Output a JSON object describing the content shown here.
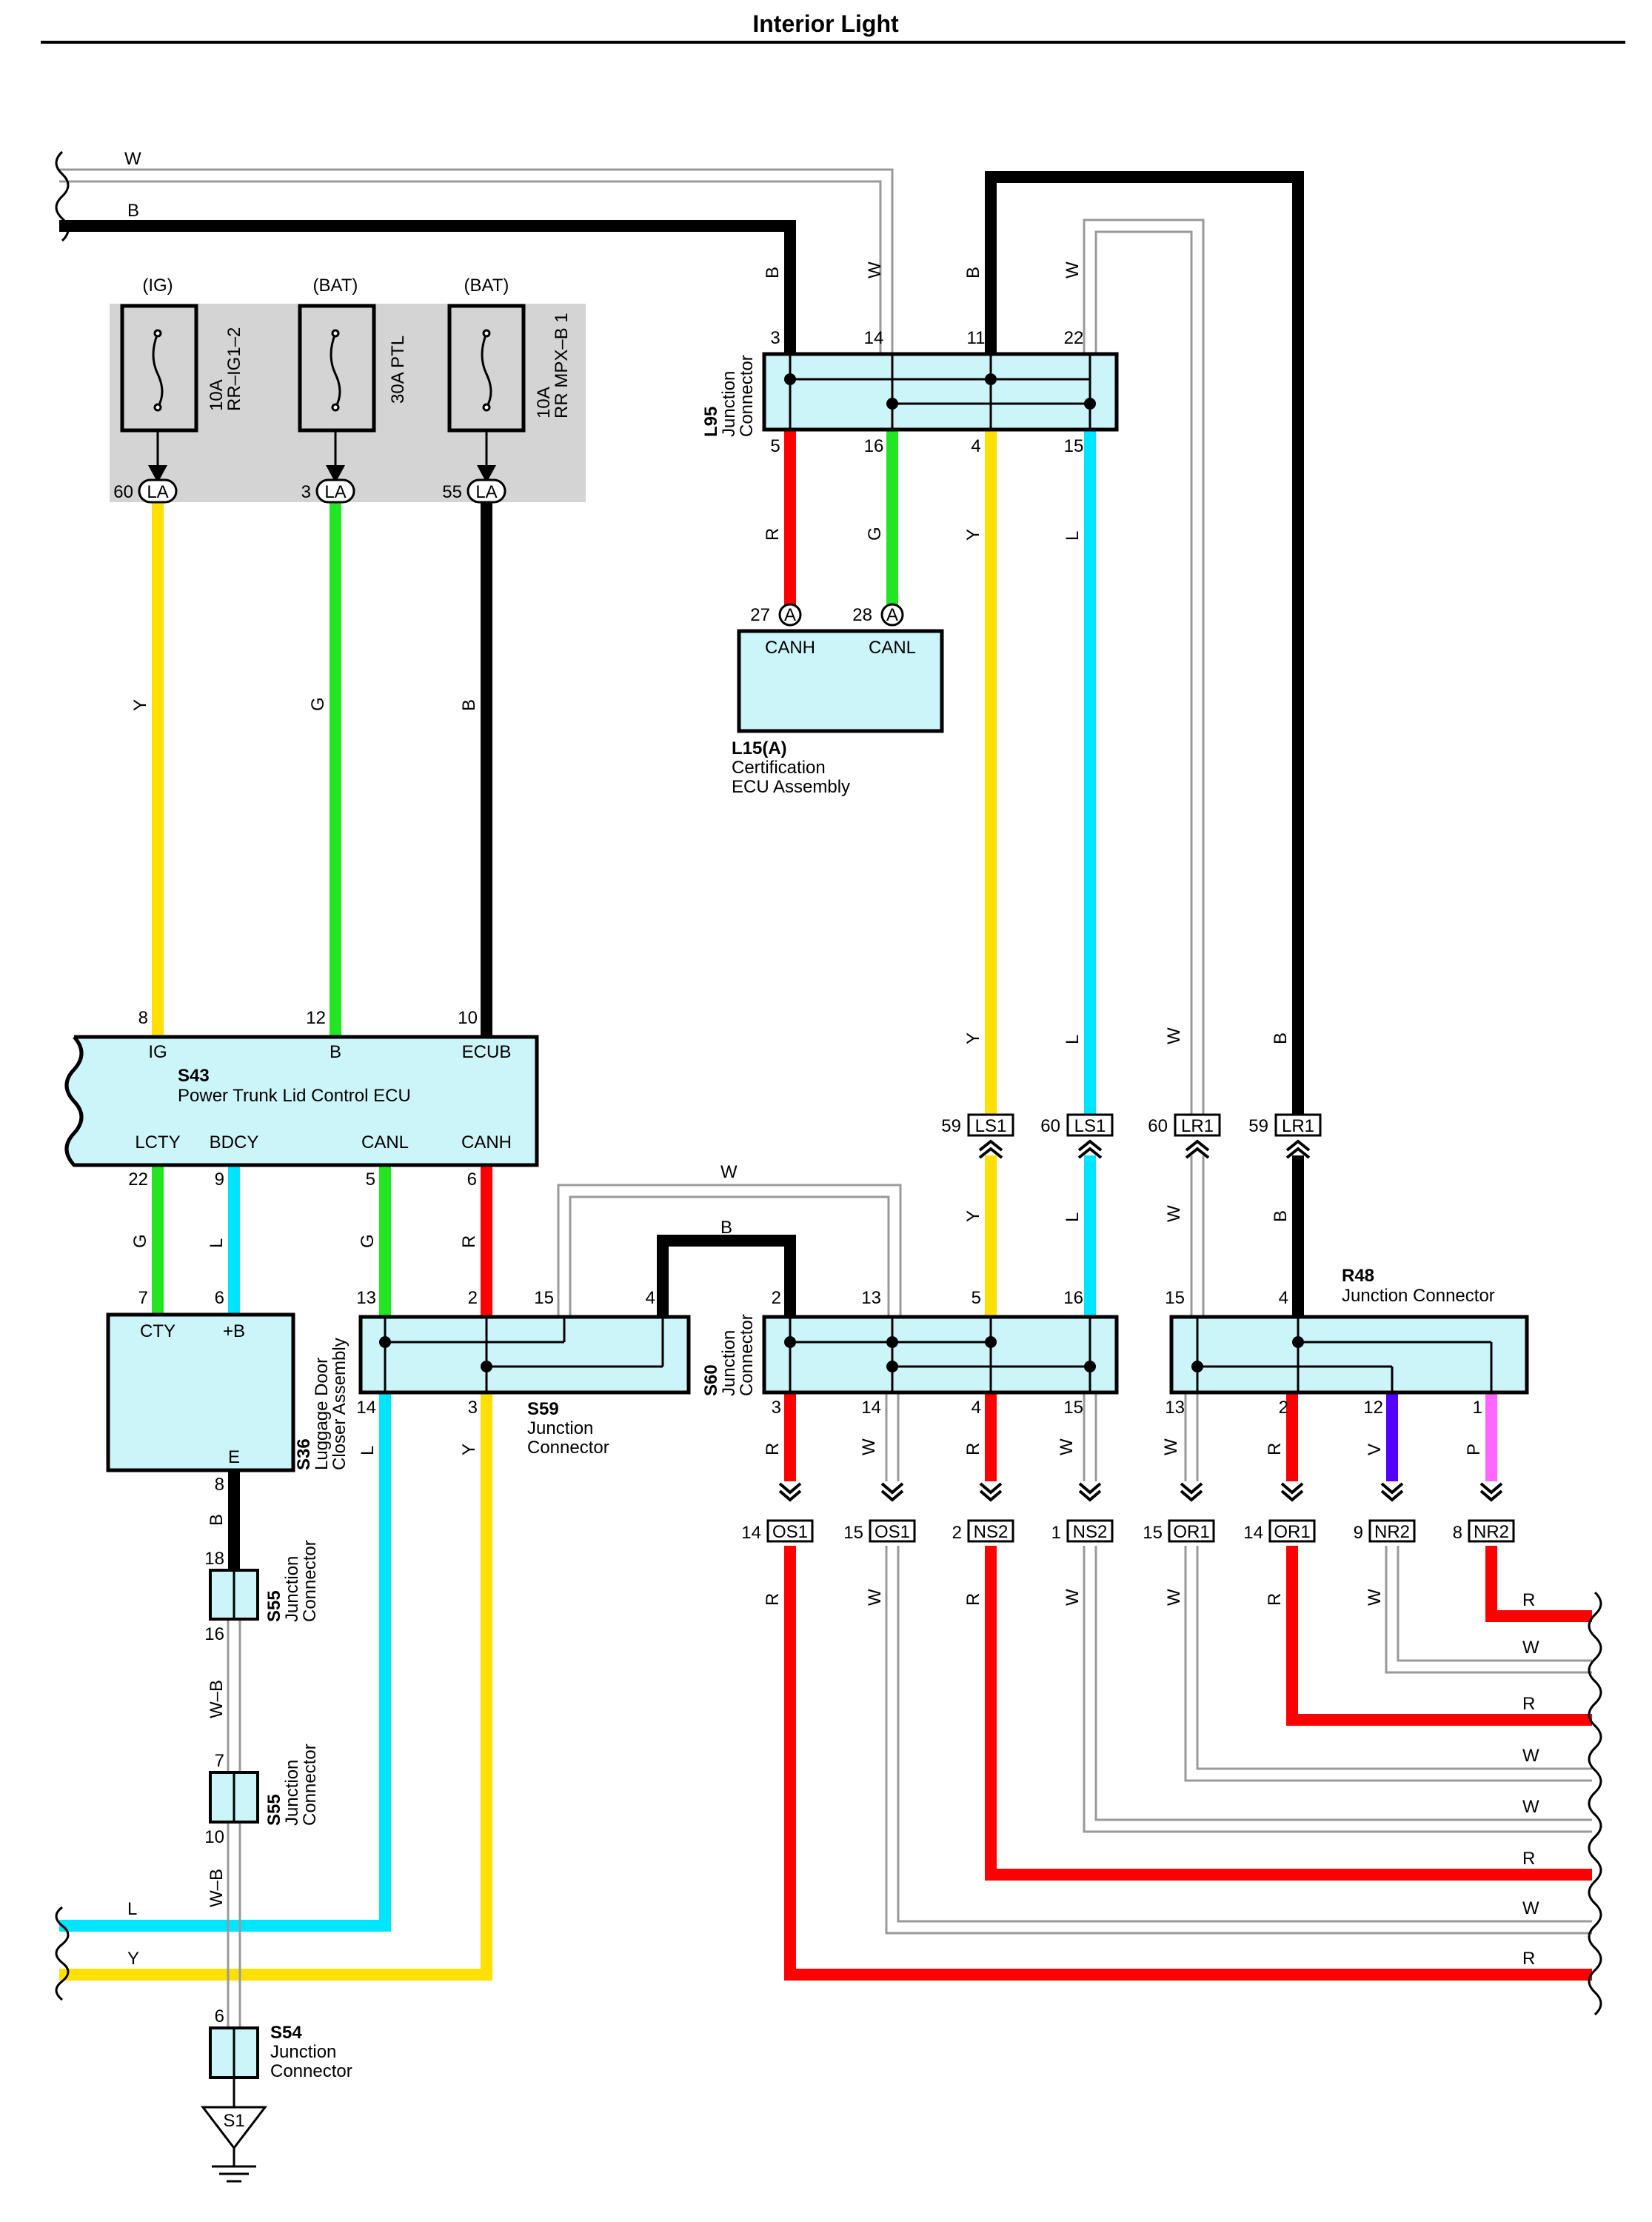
{
  "title": "Interior Light",
  "colors": {
    "yellow": "#ffe000",
    "green": "#22e622",
    "black": "#000000",
    "red": "#ff0000",
    "cyan": "#00e5ff",
    "white_wire": "#999999",
    "violet": "#5500ff",
    "pink": "#ff66ff",
    "box_fill": "#ccf5fa",
    "fuse_panel_bg": "#d4d4d4"
  },
  "fuses": [
    {
      "source": "(IG)",
      "rating": "10A",
      "name": "RR–IG1–2",
      "pin": "60",
      "conn": "LA",
      "wire": "Y"
    },
    {
      "source": "(BAT)",
      "rating": "30A",
      "name": "PTL",
      "pin": "3",
      "conn": "LA",
      "wire": "G"
    },
    {
      "source": "(BAT)",
      "rating": "10A",
      "name": "RR MPX–B 1",
      "pin": "55",
      "conn": "LA",
      "wire": "B"
    }
  ],
  "top_wires": {
    "w": "W",
    "b": "B"
  },
  "L95": {
    "id": "L95",
    "label": "Junction\nConnector",
    "top_pins": [
      "3",
      "14",
      "11",
      "22"
    ],
    "top_wires": [
      "B",
      "W",
      "B",
      "W"
    ],
    "bottom_pins": [
      "5",
      "16",
      "4",
      "15"
    ],
    "bottom_wires": [
      "R",
      "G",
      "Y",
      "L"
    ]
  },
  "L15": {
    "id": "L15(A)",
    "name_line1": "Certification",
    "name_line2": "ECU Assembly",
    "pins": [
      {
        "num": "27",
        "conn": "A",
        "label": "CANH"
      },
      {
        "num": "28",
        "conn": "A",
        "label": "CANL"
      }
    ]
  },
  "S43": {
    "id": "S43",
    "name": "Power Trunk Lid Control ECU",
    "top_pins": [
      {
        "num": "8",
        "label": "IG"
      },
      {
        "num": "12",
        "label": "B"
      },
      {
        "num": "10",
        "label": "ECUB"
      }
    ],
    "bottom_pins": [
      {
        "num": "22",
        "label": "LCTY",
        "wire": "G"
      },
      {
        "num": "9",
        "label": "BDCY",
        "wire": "L"
      },
      {
        "num": "5",
        "label": "CANL",
        "wire": "G"
      },
      {
        "num": "6",
        "label": "CANH",
        "wire": "R"
      }
    ]
  },
  "S36": {
    "id": "S36",
    "name_line1": "Luggage Door",
    "name_line2": "Closer Assembly",
    "pins": [
      {
        "num": "7",
        "label": "CTY"
      },
      {
        "num": "6",
        "label": "+B"
      },
      {
        "num": "8",
        "label": "E"
      }
    ],
    "e_wire": "B"
  },
  "S59": {
    "id": "S59",
    "name_line1": "Junction",
    "name_line2": "Connector",
    "top_pins": [
      "13",
      "2",
      "15",
      "4"
    ],
    "bottom_pins": [
      "14",
      "3"
    ],
    "bottom_wires": [
      "L",
      "Y"
    ],
    "w_label": "W",
    "b_label": "B"
  },
  "S60": {
    "id": "S60",
    "label": "Junction\nConnector",
    "top_pins": [
      "2",
      "13",
      "5",
      "16"
    ],
    "bottom_pins": [
      "3",
      "14",
      "4",
      "15"
    ],
    "bottom_wires": [
      "R",
      "W",
      "R",
      "W"
    ]
  },
  "R48": {
    "id": "R48",
    "name": "Junction Connector",
    "top_pins": [
      "15",
      "4"
    ],
    "bottom_pins": [
      "13",
      "2",
      "12",
      "1"
    ],
    "bottom_wires": [
      "W",
      "R",
      "V",
      "P"
    ]
  },
  "upper_connectors": [
    {
      "pin": "59",
      "conn": "LS1",
      "wire": "Y"
    },
    {
      "pin": "60",
      "conn": "LS1",
      "wire": "L"
    },
    {
      "pin": "60",
      "conn": "LR1",
      "wire": "W"
    },
    {
      "pin": "59",
      "conn": "LR1",
      "wire": "B"
    }
  ],
  "lower_connectors": [
    {
      "pin": "14",
      "conn": "OS1",
      "wire": "R"
    },
    {
      "pin": "15",
      "conn": "OS1",
      "wire": "W"
    },
    {
      "pin": "2",
      "conn": "NS2",
      "wire": "R"
    },
    {
      "pin": "1",
      "conn": "NS2",
      "wire": "W"
    },
    {
      "pin": "15",
      "conn": "OR1",
      "wire": "W"
    },
    {
      "pin": "14",
      "conn": "OR1",
      "wire": "R"
    },
    {
      "pin": "9",
      "conn": "NR2",
      "wire": "W"
    },
    {
      "pin": "8",
      "conn": "NR2",
      "wire": "R"
    }
  ],
  "right_exits": [
    "R",
    "W",
    "R",
    "W",
    "W",
    "R",
    "W",
    "R"
  ],
  "ground_chain": {
    "s55a": {
      "id": "S55",
      "name_line1": "Junction",
      "name_line2": "Connector",
      "top": "18",
      "bottom": "16"
    },
    "wire1": "W–B",
    "s55b": {
      "id": "S55",
      "name_line1": "Junction",
      "name_line2": "Connector",
      "top": "7",
      "bottom": "10"
    },
    "wire2": "W–B",
    "s54": {
      "id": "S54",
      "name_line1": "Junction",
      "name_line2": "Connector",
      "top": "6"
    },
    "ground": "S1"
  },
  "left_exits": [
    "L",
    "Y"
  ]
}
